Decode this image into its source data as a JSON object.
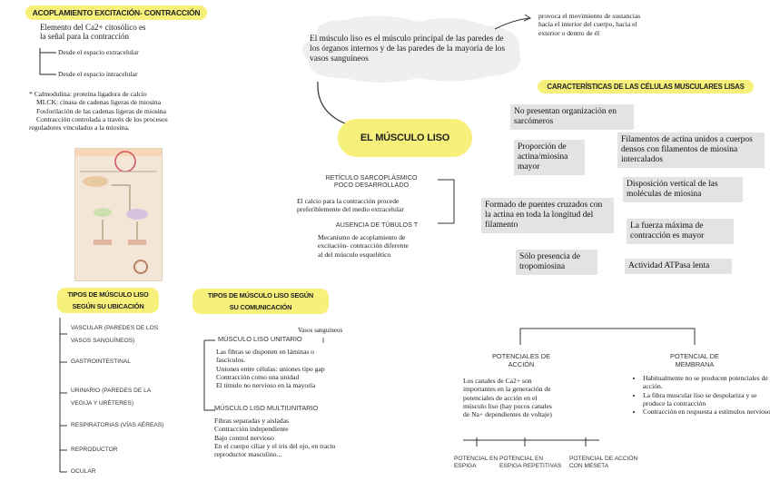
{
  "left": {
    "title": "ACOPLAMIENTO EXCITACIÓN- CONTRACCIÓN",
    "intro": [
      "Elemento del Ca2+ citosólico es",
      "la señal para la contracción"
    ],
    "sources": [
      "Desde el espacio extracelular",
      "Desde el espacio intracelular"
    ],
    "notes": [
      "* Calmodulina: proteína ligadora de calcio",
      "MLCK: cinasa de cadenas ligeras de miosina",
      "Fosforilación de las cadenas ligeras de miosina",
      "Contracción controlada a través de los procesos",
      "reguladores vinculados a la miosina."
    ]
  },
  "center": {
    "cloud_text": "El músculo liso es el músculo principal de las paredes de los órganos internos y de las paredes de la mayoría de los vasos sanguíneos",
    "arrow_text": [
      "provoca el movimiento de sustancias",
      "hacia el interior del cuerpo, hacia el",
      "exterior o dentro de él"
    ],
    "main_title": "EL MÚSCULO LISO",
    "reticulo_title": [
      "RETÍCULO SARCOPLÁSMICO",
      "POCO DESARROLLADO"
    ],
    "reticulo_text": [
      "El calcio para la contracción procede",
      "preferiblemente del medio extracelular"
    ],
    "tubulos_title": "AUSENCIA DE TÚBULOS T",
    "tubulos_text": [
      "Mecanismo de acoplamiento de",
      "excitación- contracción diferente",
      "al del músculo esquelético"
    ]
  },
  "characteristics": {
    "title": "CARACTERÍSTICAS DE LAS CÉLULAS MUSCULARES LISAS",
    "items": [
      "No presentan organización en sarcómeros",
      "Proporción de actina/miosina mayor",
      "Formado de puentes cruzados con la actina en toda la longitud del filamento",
      "Sólo presencia de tropomiosina",
      "Filamentos de actina unidos a cuerpos densos con filamentos de miosina intercalados",
      "Disposición vertical de las moléculas de miosina",
      "La fuerza máxima de contracción es mayor",
      "Actividad ATPasa lenta"
    ]
  },
  "ubicacion": {
    "title": [
      "TIPOS DE MÚSCULO LISO",
      "SEGÚN SU UBICACIÓN"
    ],
    "items": [
      "VASCULAR (PAREDES DE LOS",
      "VASOS SANGUÍNEOS)",
      "GASTROINTESTINAL",
      "URINARIO (PAREDES DE LA",
      "VEGIJA Y URÉTERES)",
      "RESPIRATORIAS (VÍAS AÉREAS)",
      "REPRODUCTOR",
      "OCULAR"
    ]
  },
  "comunicacion": {
    "title": [
      "TIPOS DE MÚSCULO LISO SEGÚN",
      "SU COMUNICACIÓN"
    ],
    "vasos": "Vasos sanguíneos",
    "unitario_title": "MÚSCULO LISO UNITARIO",
    "unitario_text": [
      "Las fibras se disponen en láminas o",
      "fascículos.",
      "Uniones entre células: uniones tipo gap",
      "Contracción como una unidad",
      "El tímulo no nervioso en la mayoría"
    ],
    "multi_title": "MÚSCULO LISO MULTIUNITARIO",
    "multi_text": [
      "Fibras separadas y aisladas",
      "Contracción independiente",
      "Bajo control nervioso",
      "En el cuerpo ciliar y el iris del ojo, en tracto",
      "reproductor masculino..."
    ]
  },
  "potenciales": {
    "accion_title": [
      "POTENCIALES DE",
      "ACCIÓN"
    ],
    "accion_text": [
      "Los canales de Ca2+ son",
      "importantes en la generación de",
      "potenciales de acción en el",
      "músculo liso (hay pocos canales",
      "de Na+ dependientes de voltaje)"
    ],
    "membrana_title": [
      "POTENCIAL DE",
      "MEMBRANA"
    ],
    "membrana_bullets": [
      "Habitualmente no se producen potenciales de acción.",
      "La fibra muscular liso se despolariza y se produce la contracción",
      "Contracción en respuesta a estímulos nerviosos"
    ],
    "subtypes": [
      [
        "POTENCIAL EN",
        "ESPIGA"
      ],
      [
        "POTENCIAL EN",
        "ESPIGA REPETITIVAS"
      ],
      [
        "POTENCIAL DE ACCIÓN",
        "CON MESETA"
      ]
    ]
  }
}
